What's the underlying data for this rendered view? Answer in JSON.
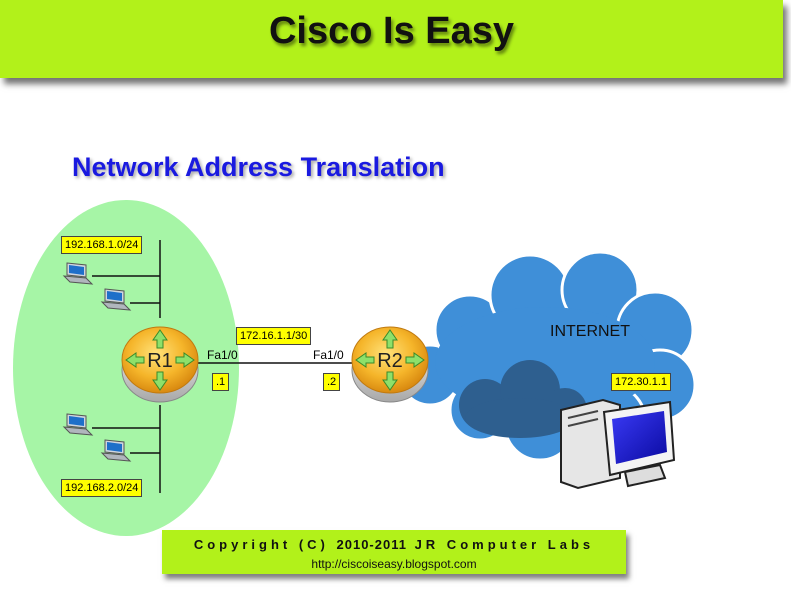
{
  "header": {
    "title": "Cisco Is Easy"
  },
  "subtitle": "Network Address Translation",
  "diagram": {
    "networks": {
      "lan1": "192.168.1.0/24",
      "lan2": "192.168.2.0/24",
      "link": "172.16.1.1/30",
      "internet_host": "172.30.1.1"
    },
    "routers": {
      "r1": "R1",
      "r2": "R2"
    },
    "interfaces": {
      "r1_if": "Fa1/0",
      "r2_if": "Fa1/0",
      "r1_ip": ".1",
      "r2_ip": ".2"
    },
    "cloud_label": "INTERNET"
  },
  "footer": {
    "copyright_prefix": "Copyright (C)",
    "copyright_years": "2010-2011",
    "copyright_suffix": "JR Computer Labs",
    "url": "http://ciscoiseasy.blogspot.com"
  },
  "colors": {
    "banner": "#b2f11a",
    "subtitle": "#1a1ae0",
    "lan_area": "#a6f5a6",
    "cloud": "#3f8fd8",
    "label_bg": "#ffff00"
  },
  "icons": [
    "laptop-icon",
    "router-icon",
    "cloud-icon",
    "computer-icon"
  ]
}
